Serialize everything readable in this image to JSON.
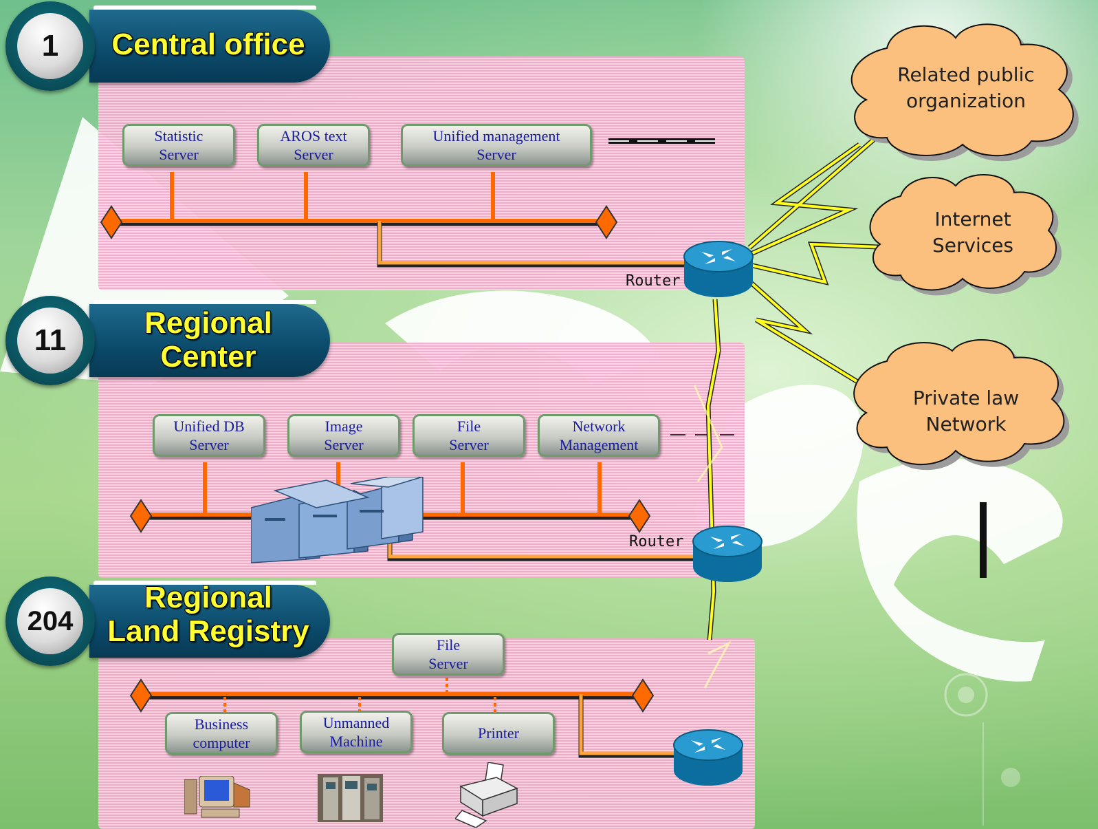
{
  "sections": [
    {
      "badge": "1",
      "title": "Central office",
      "nodes": [
        {
          "label_line1": "Statistic",
          "label_line2": "Server"
        },
        {
          "label_line1": "AROS text",
          "label_line2": "Server"
        },
        {
          "label_line1": "Unified management",
          "label_line2": "Server"
        }
      ],
      "router_label": "Router"
    },
    {
      "badge": "11",
      "title_line1": "Regional",
      "title_line2": "Center",
      "nodes": [
        {
          "label_line1": "Unified DB",
          "label_line2": "Server"
        },
        {
          "label_line1": "Image",
          "label_line2": "Server"
        },
        {
          "label_line1": "File",
          "label_line2": "Server"
        },
        {
          "label_line1": "Network",
          "label_line2": "Management"
        }
      ],
      "router_label": "Router"
    },
    {
      "badge": "204",
      "title_line1": "Regional",
      "title_line2": "Land Registry",
      "file_server": {
        "label_line1": "File",
        "label_line2": "Server"
      },
      "nodes": [
        {
          "label_line1": "Business",
          "label_line2": "computer"
        },
        {
          "label_line1": "Unmanned",
          "label_line2": "Machine"
        },
        {
          "label": "Printer"
        }
      ]
    }
  ],
  "external": [
    {
      "line1": "Related public",
      "line2": "organization"
    },
    {
      "line1": "Internet",
      "line2": "Services"
    },
    {
      "line1": "Private law",
      "line2": "Network"
    }
  ],
  "colors": {
    "bus": "#ff6a00",
    "link": "#ffff22",
    "panel": "#f4a9cd",
    "title": "#ffff33",
    "cloud": "#fbc07e"
  },
  "icons": [
    "router-icon",
    "server-rack-icon",
    "computer-icon",
    "kiosk-icon",
    "printer-icon"
  ]
}
